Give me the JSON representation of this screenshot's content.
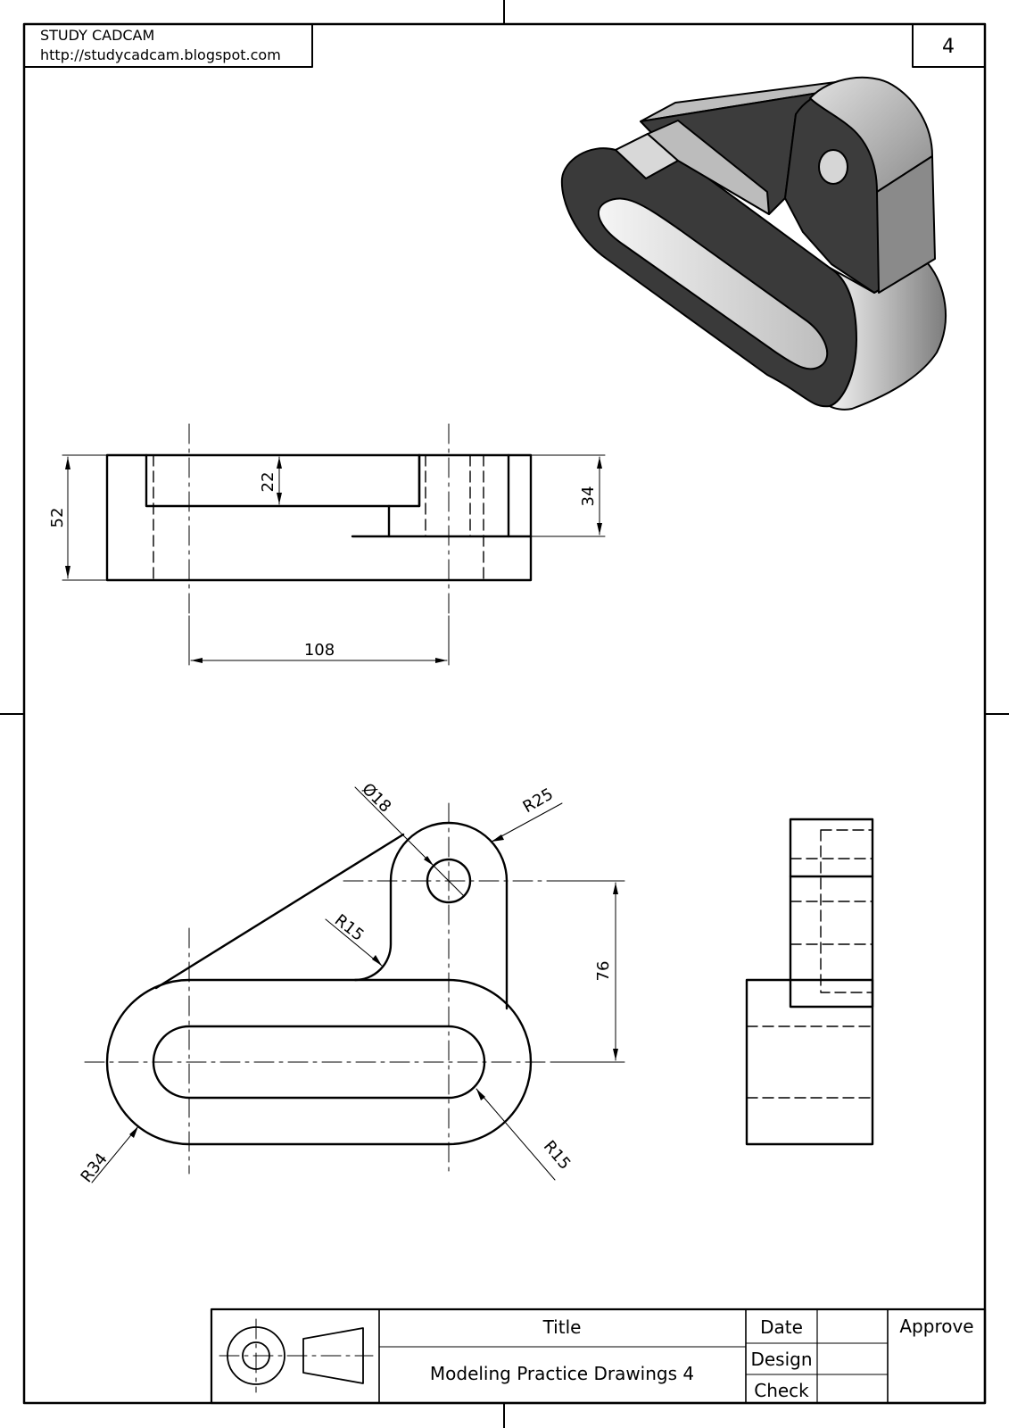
{
  "header": {
    "company": "STUDY CADCAM",
    "url": "http://studycadcam.blogspot.com",
    "sheet_number": "4"
  },
  "dimensions": {
    "front_height": "52",
    "front_slot_depth": "22",
    "front_step_height": "34",
    "front_center_distance": "108",
    "top_hole_diameter": "Ø18",
    "top_boss_radius": "R25",
    "top_fillet_radius": "R15",
    "top_vertical_distance": "76",
    "top_outer_radius": "R34",
    "top_slot_radius": "R15"
  },
  "title_block": {
    "title_label": "Title",
    "title_value": "Modeling Practice Drawings 4",
    "date_label": "Date",
    "design_label": "Design",
    "check_label": "Check",
    "approve_label": "Approve"
  },
  "colors": {
    "line": "#000000",
    "iso_dark": "#3f3f3f",
    "iso_light": "#b8b8b8",
    "iso_mid": "#7a7a7a"
  }
}
